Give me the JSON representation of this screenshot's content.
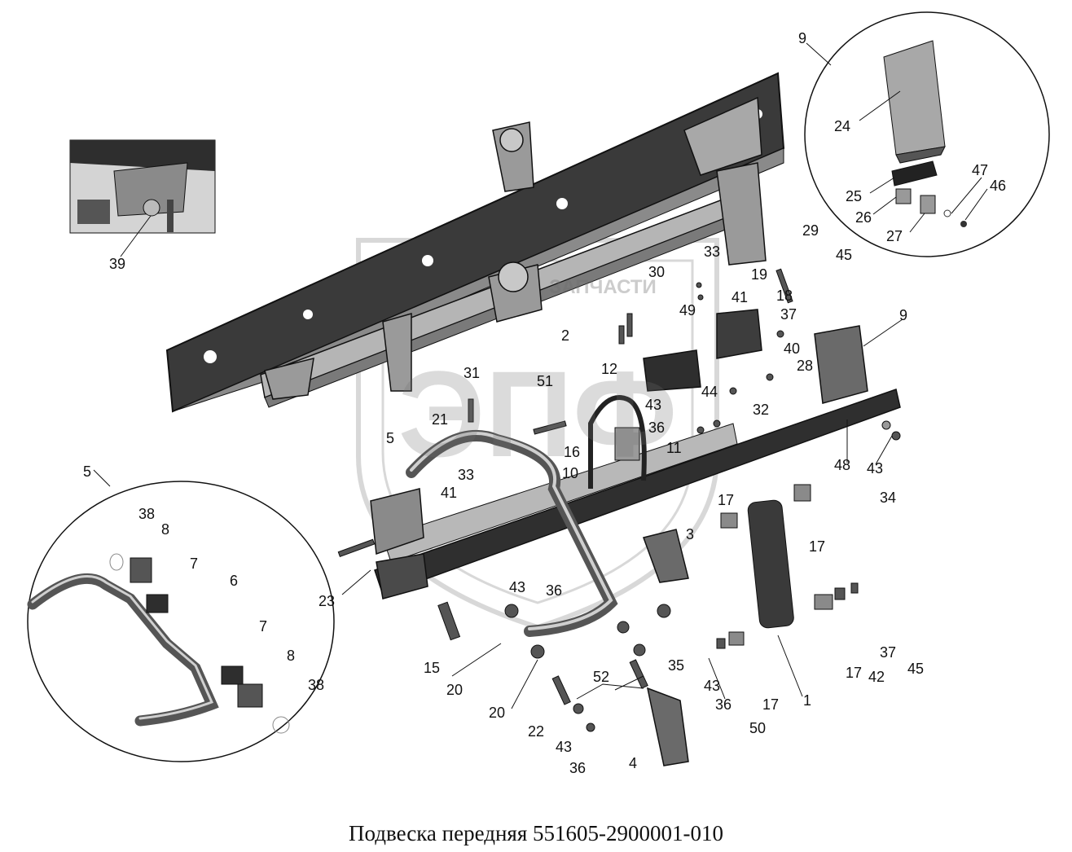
{
  "title": "Подвеска передняя 551605-2900001-010",
  "watermark": {
    "logo": "ЭПФ",
    "text": "ЗАПЧАСТИ"
  },
  "colors": {
    "line": "#111111",
    "frame": "#3a3a3a",
    "part": "#6e6e6e",
    "light": "#bdbdbd"
  },
  "callouts": [
    {
      "id": "c9a",
      "text": "9"
    },
    {
      "id": "c24",
      "text": "24"
    },
    {
      "id": "c25",
      "text": "25"
    },
    {
      "id": "c26",
      "text": "26"
    },
    {
      "id": "c27",
      "text": "27"
    },
    {
      "id": "c47",
      "text": "47"
    },
    {
      "id": "c46",
      "text": "46"
    },
    {
      "id": "c39",
      "text": "39"
    },
    {
      "id": "c29",
      "text": "29"
    },
    {
      "id": "c45a",
      "text": "45"
    },
    {
      "id": "c33a",
      "text": "33"
    },
    {
      "id": "c19",
      "text": "19"
    },
    {
      "id": "c18",
      "text": "18"
    },
    {
      "id": "c30",
      "text": "30"
    },
    {
      "id": "c41a",
      "text": "41"
    },
    {
      "id": "c49",
      "text": "49"
    },
    {
      "id": "c37a",
      "text": "37"
    },
    {
      "id": "c9b",
      "text": "9"
    },
    {
      "id": "c2",
      "text": "2"
    },
    {
      "id": "c40",
      "text": "40"
    },
    {
      "id": "c28",
      "text": "28"
    },
    {
      "id": "c12",
      "text": "12"
    },
    {
      "id": "c31",
      "text": "31"
    },
    {
      "id": "c51",
      "text": "51"
    },
    {
      "id": "c44",
      "text": "44"
    },
    {
      "id": "c43a",
      "text": "43"
    },
    {
      "id": "c32",
      "text": "32"
    },
    {
      "id": "c21",
      "text": "21"
    },
    {
      "id": "c36a",
      "text": "36"
    },
    {
      "id": "c5a",
      "text": "5"
    },
    {
      "id": "c11",
      "text": "11"
    },
    {
      "id": "c16",
      "text": "16"
    },
    {
      "id": "c10",
      "text": "10"
    },
    {
      "id": "c48",
      "text": "48"
    },
    {
      "id": "c43b",
      "text": "43"
    },
    {
      "id": "c34",
      "text": "34"
    },
    {
      "id": "c5b",
      "text": "5"
    },
    {
      "id": "c33b",
      "text": "33"
    },
    {
      "id": "c41b",
      "text": "41"
    },
    {
      "id": "c38a",
      "text": "38"
    },
    {
      "id": "c8a",
      "text": "8"
    },
    {
      "id": "c7a",
      "text": "7"
    },
    {
      "id": "c6",
      "text": "6"
    },
    {
      "id": "c17a",
      "text": "17"
    },
    {
      "id": "c3",
      "text": "3"
    },
    {
      "id": "c17b",
      "text": "17"
    },
    {
      "id": "c23",
      "text": "23"
    },
    {
      "id": "c43c",
      "text": "43"
    },
    {
      "id": "c36b",
      "text": "36"
    },
    {
      "id": "c7b",
      "text": "7"
    },
    {
      "id": "c8b",
      "text": "8"
    },
    {
      "id": "c38b",
      "text": "38"
    },
    {
      "id": "c15",
      "text": "15"
    },
    {
      "id": "c20a",
      "text": "20"
    },
    {
      "id": "c35",
      "text": "35"
    },
    {
      "id": "c37b",
      "text": "37"
    },
    {
      "id": "c17c",
      "text": "17"
    },
    {
      "id": "c42",
      "text": "42"
    },
    {
      "id": "c45b",
      "text": "45"
    },
    {
      "id": "c52",
      "text": "52"
    },
    {
      "id": "c43d",
      "text": "43"
    },
    {
      "id": "c36c",
      "text": "36"
    },
    {
      "id": "c17d",
      "text": "17"
    },
    {
      "id": "c1",
      "text": "1"
    },
    {
      "id": "c20b",
      "text": "20"
    },
    {
      "id": "c22",
      "text": "22"
    },
    {
      "id": "c50",
      "text": "50"
    },
    {
      "id": "c43e",
      "text": "43"
    },
    {
      "id": "c36d",
      "text": "36"
    },
    {
      "id": "c4",
      "text": "4"
    }
  ]
}
